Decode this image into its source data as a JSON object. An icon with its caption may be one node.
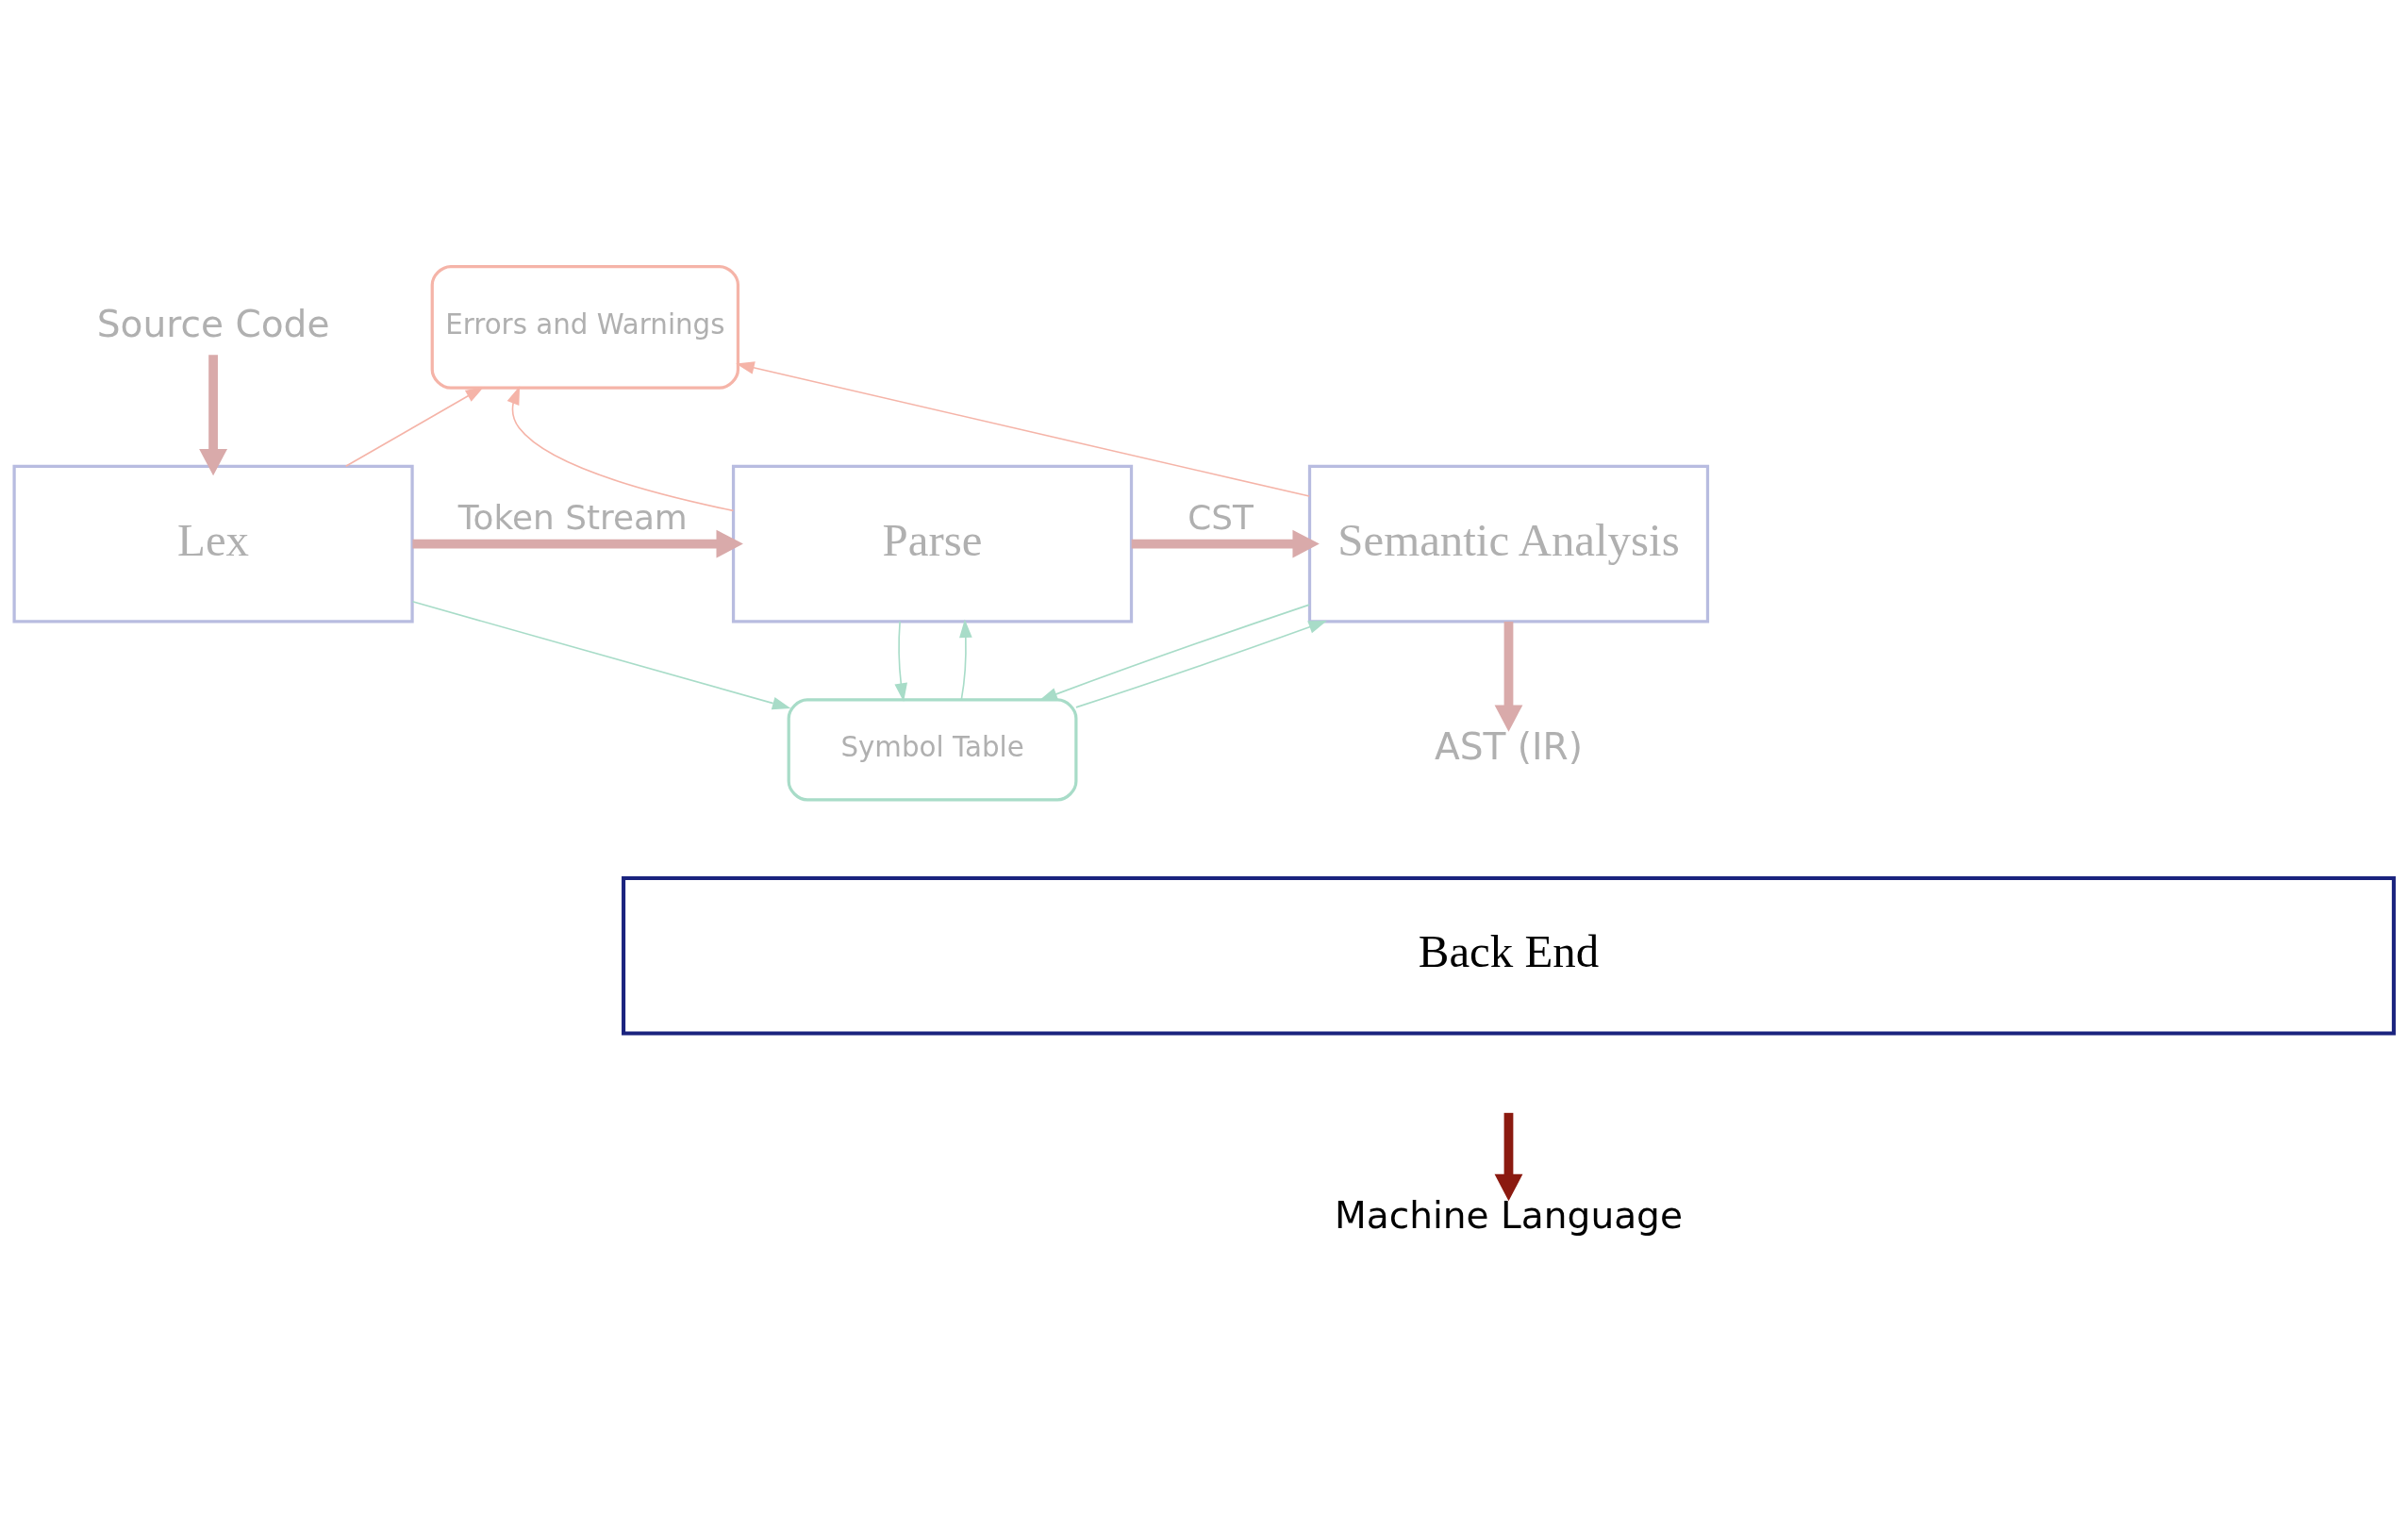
{
  "diagram": {
    "nodes": [
      {
        "text": [
          "Source Code"
        ]
      },
      {
        "text": [
          "Lex"
        ]
      },
      {
        "text": [
          "Errors and Warnings"
        ]
      },
      {
        "text": [
          "Parse"
        ]
      },
      {
        "text": [
          "Semantic Analysis"
        ]
      },
      {
        "text": [
          "Symbol Table"
        ]
      },
      {
        "text": [
          "AST (IR)"
        ]
      },
      {
        "text": [
          "Back End"
        ]
      },
      {
        "text": [
          "Machine Language"
        ]
      }
    ],
    "edges": [
      {
        "from": 0,
        "to": 1,
        "arrow": "to",
        "style": "thick",
        "color": "#d9aaaa"
      },
      {
        "from": 1,
        "to": 2,
        "arrow": "to",
        "color": "#f5b4a8"
      },
      {
        "from": 4,
        "to": 2,
        "arrow": "to",
        "color": "#f5b4a8"
      },
      {
        "from": 3,
        "to": 2,
        "arrow": "to",
        "color": "#f5b4a8"
      },
      {
        "from": 1,
        "to": 3,
        "arrow": "to",
        "label": "Token Stream",
        "style": "thick",
        "color": "#d9aaaa"
      },
      {
        "from": 3,
        "to": 4,
        "arrow": "to",
        "label": "CST",
        "style": "thick",
        "color": "#d9aaaa"
      },
      {
        "from": 1,
        "to": 5,
        "arrow": "to",
        "color": "#a8dcc8"
      },
      {
        "from": 5,
        "to": 3,
        "arrow": "to",
        "color": "#a8dcc8"
      },
      {
        "from": 3,
        "to": 5,
        "arrow": "to",
        "color": "#a8dcc8"
      },
      {
        "from": 4,
        "to": 5,
        "arrow": "to",
        "color": "#a8dcc8"
      },
      {
        "from": 5,
        "to": 4,
        "arrow": "to",
        "color": "#a8dcc8"
      },
      {
        "from": 4,
        "to": 6,
        "arrow": "to",
        "style": "thick",
        "color": "#d9aaaa"
      },
      {
        "from": null,
        "to": 8,
        "arrow": "to",
        "style": "thick",
        "color": "#8b1a10"
      }
    ]
  }
}
